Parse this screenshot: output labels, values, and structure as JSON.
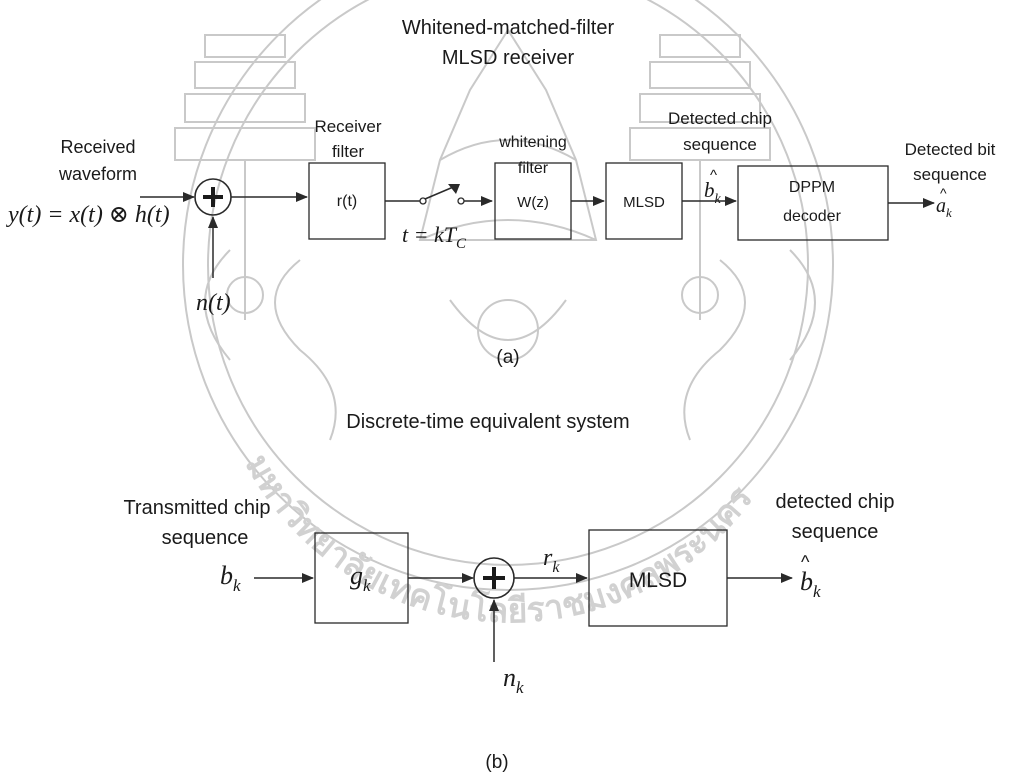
{
  "watermark": {
    "seal_text": "มหาวิทยาลัยเทคโนโลยีราชมงคลพระนคร",
    "color": "#b0b0b0"
  },
  "part_a": {
    "title_line1": "Whitened-matched-filter",
    "title_line2": "MLSD receiver",
    "input_label_line1": "Received",
    "input_label_line2": "waveform",
    "input_signal": "y(t) = x(t) ⊗ h(t)",
    "noise": "n(t)",
    "receiver_filter_label_line1": "Receiver",
    "receiver_filter_label_line2": "filter",
    "receiver_filter_box": "r(t)",
    "sampler": "t = kT",
    "sampler_sub": "C",
    "whitening_label_line1": "whitening",
    "whitening_label_line2": "filter",
    "whitening_box": "W(z)",
    "mlsd_box": "MLSD",
    "detected_chip_line1": "Detected chip",
    "detected_chip_line2": "sequence",
    "chip_symbol": "b",
    "chip_sub": "k",
    "decoder_line1": "DPPM",
    "decoder_line2": "decoder",
    "output_label_line1": "Detected bit",
    "output_label_line2": "sequence",
    "output_symbol": "a",
    "output_sub": "k",
    "caption": "(a)"
  },
  "part_b": {
    "title": "Discrete-time equivalent system",
    "input_label_line1": "Transmitted chip",
    "input_label_line2": "sequence",
    "input_symbol": "b",
    "input_sub": "k",
    "channel_box": "g",
    "channel_sub": "k",
    "received_symbol": "r",
    "received_sub": "k",
    "noise_symbol": "n",
    "noise_sub": "k",
    "mlsd_box": "MLSD",
    "output_label_line1": "detected chip",
    "output_label_line2": "sequence",
    "output_symbol": "b",
    "output_sub": "k",
    "caption": "(b)"
  }
}
